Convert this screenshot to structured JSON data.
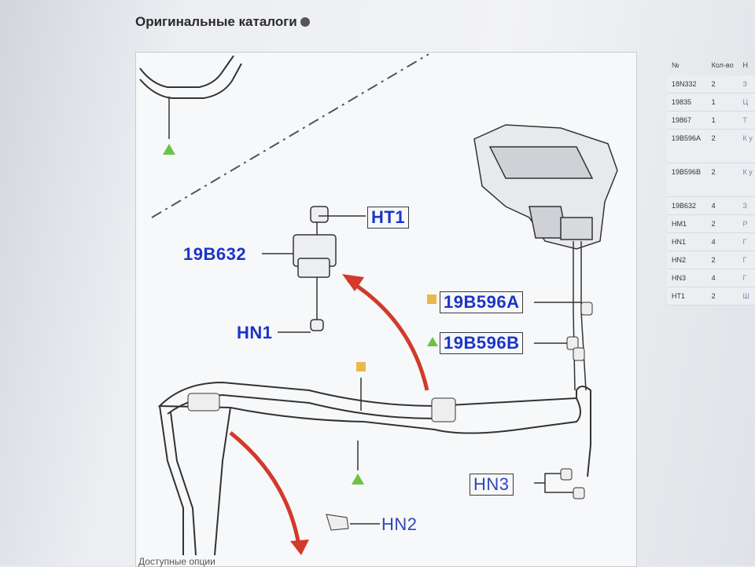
{
  "page": {
    "title": "Оригинальные каталоги",
    "footer": "Доступные опции"
  },
  "diagram": {
    "callouts": {
      "ht1": "HT1",
      "b632": "19B632",
      "hn1": "HN1",
      "b596a": "19B596A",
      "b596b": "19B596B",
      "hn3": "HN3",
      "hn2": "HN2"
    },
    "colors": {
      "callout": "#1b35c8",
      "arrow": "#d23a2a",
      "marker_square": "#e8b84a",
      "marker_triangle": "#6bc24a"
    }
  },
  "parts_table": {
    "headers": {
      "num": "№",
      "qty": "Кол-во",
      "name": "Н"
    },
    "rows": [
      {
        "num": "18N332",
        "qty": "2",
        "desc": "З"
      },
      {
        "num": "19835",
        "qty": "1",
        "desc": "Ц"
      },
      {
        "num": "19867",
        "qty": "1",
        "desc": "Т"
      },
      {
        "num": "19B596A",
        "qty": "2",
        "desc": "К у"
      },
      {
        "num": "19B596B",
        "qty": "2",
        "desc": "К у"
      },
      {
        "num": "19B632",
        "qty": "4",
        "desc": "З"
      },
      {
        "num": "HM1",
        "qty": "2",
        "desc": "Р"
      },
      {
        "num": "HN1",
        "qty": "4",
        "desc": "Г"
      },
      {
        "num": "HN2",
        "qty": "2",
        "desc": "Г"
      },
      {
        "num": "HN3",
        "qty": "4",
        "desc": "Г"
      },
      {
        "num": "HT1",
        "qty": "2",
        "desc": "Ш"
      }
    ]
  }
}
